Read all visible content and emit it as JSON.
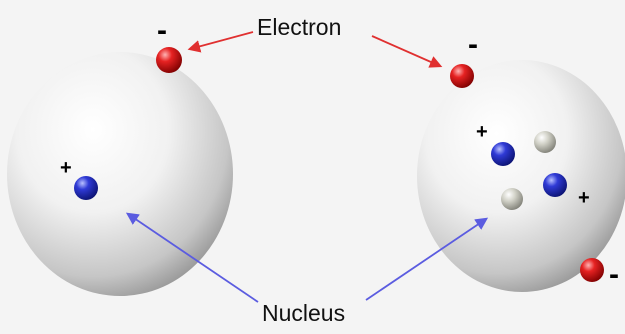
{
  "labels": {
    "electron": "Electron",
    "nucleus": "Nucleus"
  },
  "charges": {
    "negative": "-",
    "positive": "+"
  },
  "atoms": [
    {
      "name": "hydrogen-atom",
      "electrons": 1,
      "protons": 1,
      "neutrons": 0
    },
    {
      "name": "helium-atom",
      "electrons": 2,
      "protons": 2,
      "neutrons": 2
    }
  ],
  "colors": {
    "background": "#f4f4f4",
    "electron": "#d42020",
    "proton": "#2a34c9",
    "neutron": "#c9c9bf",
    "electron_arrow": "#e03030",
    "nucleus_arrow": "#5b5ce0"
  }
}
